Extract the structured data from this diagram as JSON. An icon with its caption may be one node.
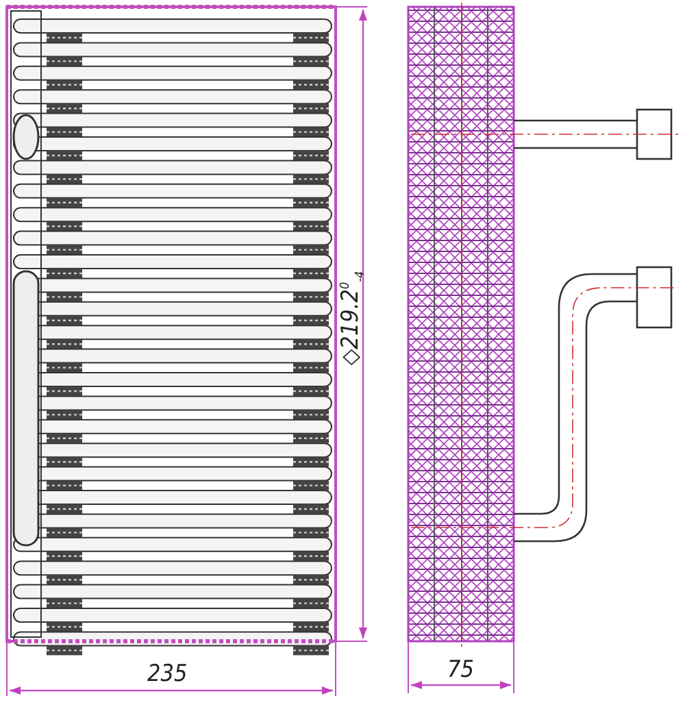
{
  "diagram": {
    "labels": [
      "◇219.2$^{0}$$_{-4}$",
      "235",
      "75"
    ]
  }
}
